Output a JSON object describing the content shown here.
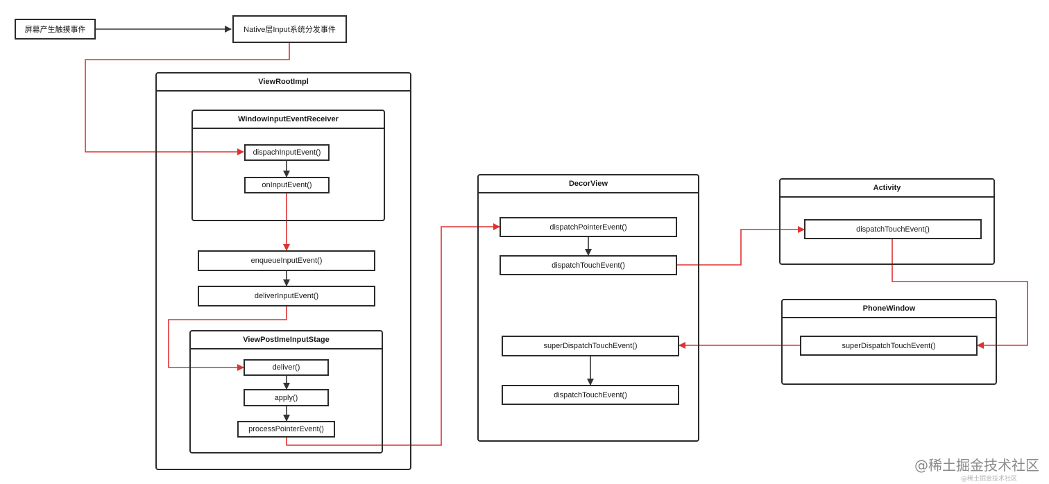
{
  "colors": {
    "red_arrow": "#e03131",
    "black_arrow": "#333333",
    "border": "#2b2b2b"
  },
  "nodes": {
    "screen_touch": "屏幕产生触摸事件",
    "native_input": "Native层Input系统分发事件"
  },
  "containers": {
    "view_root_impl": "ViewRootImpl",
    "window_input_event_receiver": "WindowInputEventReceiver",
    "view_post_ime_input_stage": "ViewPostImeInputStage",
    "decor_view": "DecorView",
    "activity": "Activity",
    "phone_window": "PhoneWindow"
  },
  "methods": {
    "dispach_input_event": "dispachInputEvent()",
    "on_input_event": "onInputEvent()",
    "enqueue_input_event": "enqueueInputEvent()",
    "deliver_input_event": "deliverInputEvent()",
    "deliver": "deliver()",
    "apply": "apply()",
    "process_pointer_event": "processPointerEvent()",
    "decor_dispatch_pointer_event": "dispatchPointerEvent()",
    "decor_dispatch_touch_event": "dispatchTouchEvent()",
    "decor_super_dispatch_touch_event": "superDispatchTouchEvent()",
    "decor_dispatch_touch_event_2": "dispatchTouchEvent()",
    "activity_dispatch_touch_event": "dispatchTouchEvent()",
    "phone_window_super_dispatch_touch_event": "superDispatchTouchEvent()"
  },
  "watermark": {
    "main": "@稀土掘金技术社区",
    "sub": "@稀土掘金技术社区"
  }
}
